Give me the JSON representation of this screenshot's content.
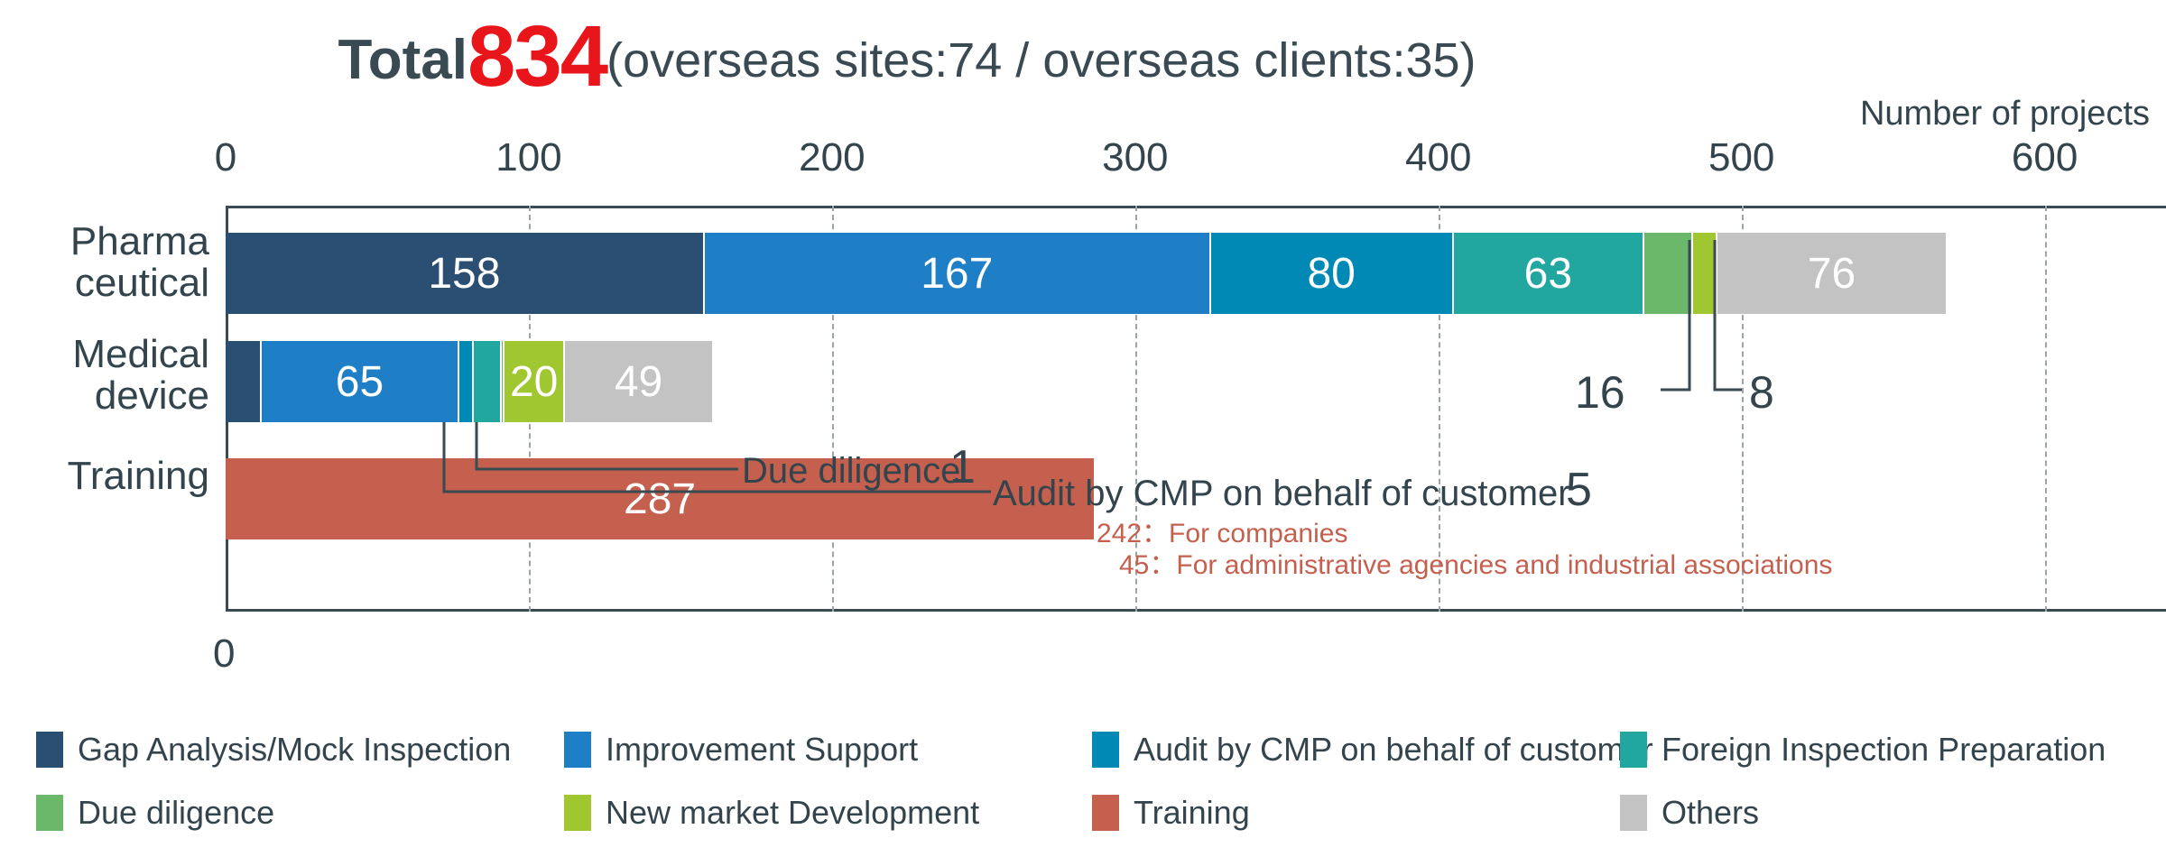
{
  "title": {
    "total_label": "Total",
    "total_value": "834",
    "paren": "(overseas sites:74 / overseas clients:35)",
    "total_color": "#e8161a"
  },
  "axis_caption": "Number of projects",
  "bottom_zero": "0",
  "chart_data": {
    "type": "bar",
    "orientation": "horizontal",
    "stacked": true,
    "title": "Total 834 (overseas sites:74 / overseas clients:35)",
    "xlabel": "Number of projects",
    "ylabel": "",
    "xlim": [
      0,
      640
    ],
    "xticks": [
      0,
      100,
      200,
      300,
      400,
      500,
      600
    ],
    "xtick_labels": [
      "0",
      "100",
      "200",
      "300",
      "400",
      "500",
      "600"
    ],
    "grid": true,
    "legend_position": "bottom",
    "categories": [
      "Pharmaceutical",
      "Medical device",
      "Training"
    ],
    "category_display": [
      [
        "Pharma",
        "ceutical"
      ],
      [
        "Medical",
        "device"
      ],
      [
        "Training"
      ]
    ],
    "series": [
      {
        "name": "Gap Analysis/Mock Inspection",
        "color": "#2b4f73",
        "values": [
          158,
          12,
          0
        ]
      },
      {
        "name": "Improvement Support",
        "color": "#1f7fc6",
        "values": [
          167,
          65,
          0
        ]
      },
      {
        "name": "Audit by CMP on behalf of customer",
        "color": "#0089b4",
        "values": [
          80,
          5,
          0
        ]
      },
      {
        "name": "Foreign Inspection Preparation",
        "color": "#22a7a0",
        "values": [
          63,
          9,
          0
        ]
      },
      {
        "name": "Due diligence",
        "color": "#6cb86a",
        "values": [
          16,
          1,
          0
        ]
      },
      {
        "name": "New market Development",
        "color": "#a0c730",
        "values": [
          8,
          20,
          0
        ]
      },
      {
        "name": "Training",
        "color": "#c5604f",
        "values": [
          0,
          0,
          287
        ]
      },
      {
        "name": "Others",
        "color": "#c3c3c3",
        "values": [
          76,
          49,
          0
        ]
      }
    ],
    "row_totals": [
      568,
      161,
      287
    ],
    "annotations": [
      {
        "text": "16",
        "target": "Pharmaceutical / Due diligence"
      },
      {
        "text": "8",
        "target": "Pharmaceutical / New market Development"
      },
      {
        "text": "Due diligence",
        "value": "1",
        "target": "Medical device / Due diligence"
      },
      {
        "text": "Audit by CMP on behalf of customer",
        "value": "5",
        "target": "Medical device / Audit by CMP on behalf of customer"
      },
      {
        "text": "242:For companies",
        "color": "#c5604f",
        "target": "Training"
      },
      {
        "text": "45:For administrative agencies and industrial associations",
        "color": "#c5604f",
        "target": "Training"
      }
    ]
  },
  "bar_labels": {
    "pharmaceutical": [
      "158",
      "167",
      "80",
      "63",
      "",
      "",
      "76"
    ],
    "medical_device": [
      "12",
      "65",
      "",
      "9",
      "",
      "20",
      "49"
    ],
    "training": [
      "287"
    ]
  },
  "callouts": {
    "pharma_due_diligence": "16",
    "pharma_new_market": "8",
    "md_due_diligence_label": "Due diligence",
    "md_due_diligence_value": "1",
    "md_audit_label": "Audit by CMP on behalf of customer",
    "md_audit_value": "5"
  },
  "red_notes": {
    "line1": "242：For companies",
    "line2": "45：For administrative agencies and industrial associations",
    "color": "#c5604f"
  },
  "legend": {
    "rows": [
      [
        {
          "label": "Gap Analysis/Mock Inspection",
          "color": "#2b4f73"
        },
        {
          "label": "Improvement Support",
          "color": "#1f7fc6"
        },
        {
          "label": "Audit by CMP on behalf of customer",
          "color": "#0089b4"
        },
        {
          "label": "Foreign Inspection Preparation",
          "color": "#22a7a0"
        }
      ],
      [
        {
          "label": "Due diligence",
          "color": "#6cb86a"
        },
        {
          "label": "New market Development",
          "color": "#a0c730"
        },
        {
          "label": "Training",
          "color": "#c5604f"
        },
        {
          "label": "Others",
          "color": "#c3c3c3"
        }
      ]
    ]
  }
}
